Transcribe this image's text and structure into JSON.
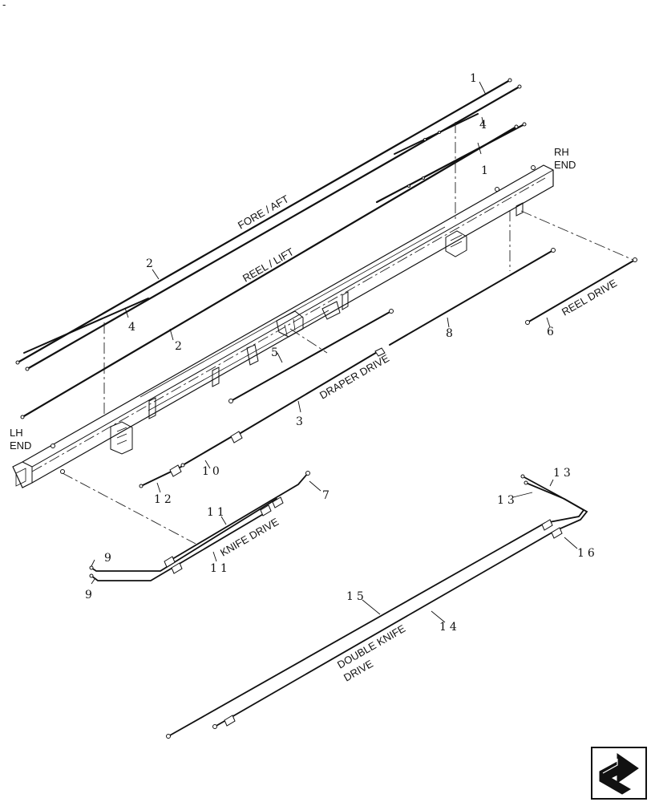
{
  "labels": {
    "fore_aft": "FORE / AFT",
    "reel_lift": "REEL / LIFT",
    "draper_drive": "DRAPER DRIVE",
    "reel_drive": "REEL DRIVE",
    "knife_drive": "KNIFE DRIVE",
    "double_knife_1": "DOUBLE KNIFE",
    "double_knife_2": "DRIVE",
    "rh_1": "RH",
    "rh_2": "END",
    "lh_1": "LH",
    "lh_2": "END",
    "corner_mark": "-"
  },
  "callouts": {
    "c1a": "1",
    "c1b": "1",
    "c2a": "2",
    "c2b": "2",
    "c3": "3",
    "c4a": "4",
    "c4b": "4",
    "c5": "5",
    "c6": "6",
    "c7": "7",
    "c8": "8",
    "c9a": "9",
    "c9b": "9",
    "c10": "10",
    "c11a": "11",
    "c11b": "11",
    "c12": "12",
    "c13a": "13",
    "c13b": "13",
    "c14": "14",
    "c15": "15",
    "c16": "16"
  },
  "icons": {
    "nav": "next-page-arrow-icon"
  }
}
